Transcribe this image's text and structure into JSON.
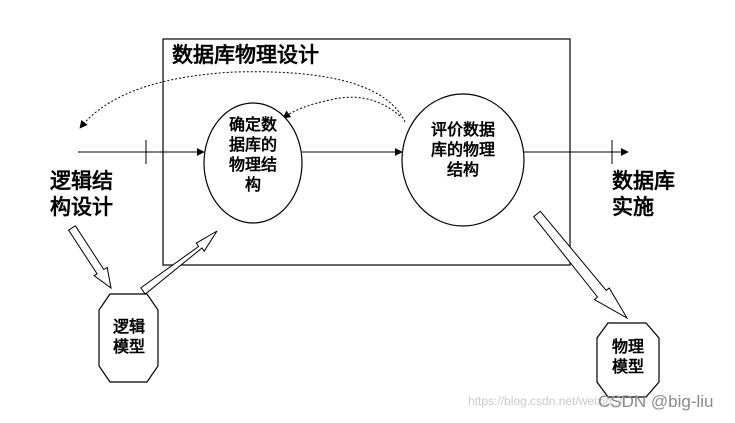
{
  "frame": {
    "title": "数据库物理设计"
  },
  "nodes": {
    "determine": {
      "lines": [
        "确定数",
        "据库的",
        "物理结",
        "构"
      ]
    },
    "evaluate": {
      "lines": [
        "评价数据",
        "库的物理",
        "结构"
      ]
    },
    "input": {
      "lines": [
        "逻辑结",
        "构设计"
      ]
    },
    "output": {
      "lines": [
        "数据库",
        "实施"
      ]
    },
    "logical_model": {
      "lines": [
        "逻辑",
        "模型"
      ]
    },
    "physical_model": {
      "lines": [
        "物理",
        "模型"
      ]
    }
  },
  "watermark": {
    "url": "https://blog.csdn.net/weixin_4",
    "brand": "CSDN @big-liu"
  }
}
